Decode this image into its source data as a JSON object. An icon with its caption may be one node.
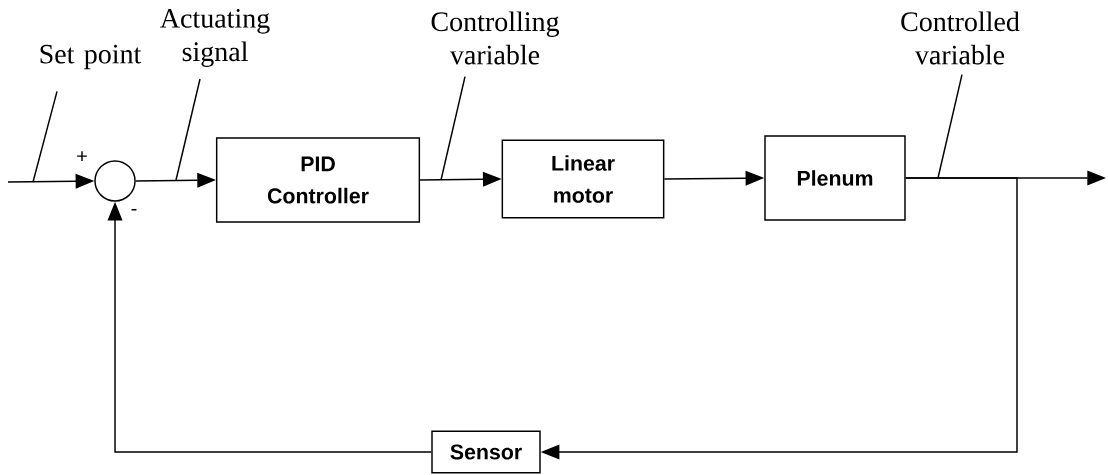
{
  "diagram": {
    "nodes": [
      {
        "text": [
          "Set point"
        ]
      },
      {
        "text": [
          "Actuating signal"
        ]
      },
      {
        "text": [
          "Controlling variable"
        ]
      },
      {
        "text": [
          "Controlled variable"
        ]
      },
      {
        "text": [],
        "shape": "circle"
      },
      {
        "text": [
          "PID Controller"
        ]
      },
      {
        "text": [
          "Linear motor"
        ]
      },
      {
        "text": [
          "Plenum"
        ]
      },
      {
        "text": [
          "Sensor"
        ]
      }
    ],
    "edges": [
      {
        "from": null,
        "to": 4,
        "arrow": "to"
      },
      {
        "from": 4,
        "to": 5,
        "arrow": "to"
      },
      {
        "from": 5,
        "to": 6,
        "arrow": "to"
      },
      {
        "from": 6,
        "to": 7,
        "arrow": "to"
      },
      {
        "from": 7,
        "to": null,
        "arrow": "to"
      },
      {
        "from": 7,
        "to": 8,
        "arrow": "to"
      },
      {
        "from": 8,
        "to": 4,
        "arrow": "to"
      },
      {
        "from": 0,
        "to": null,
        "arrow": "none"
      },
      {
        "from": 1,
        "to": null,
        "arrow": "none"
      },
      {
        "from": 2,
        "to": null,
        "arrow": "none"
      },
      {
        "from": 3,
        "to": null,
        "arrow": "none"
      }
    ],
    "labels": [
      "+",
      "-"
    ]
  }
}
